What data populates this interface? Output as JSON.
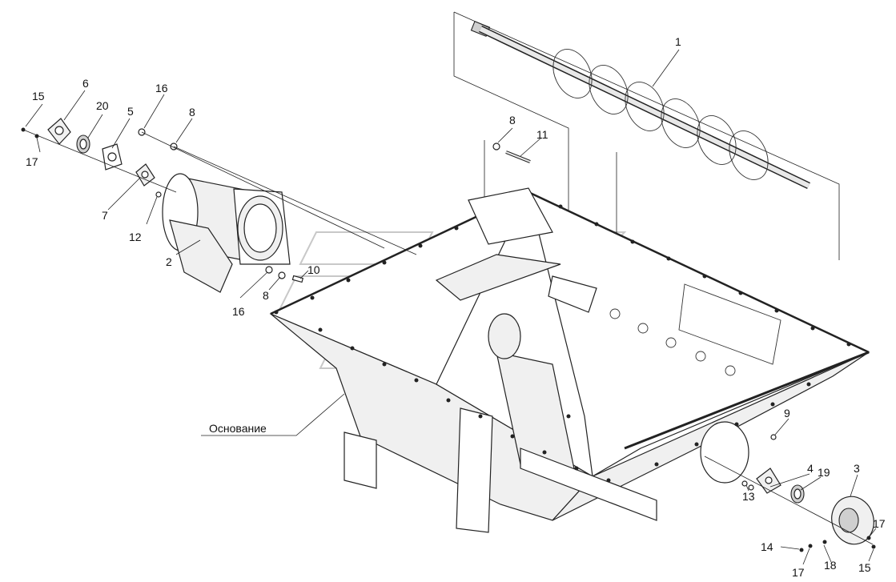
{
  "diagram": {
    "base_label": "Основание",
    "callouts": [
      {
        "id": "c1",
        "text": "1"
      },
      {
        "id": "c2",
        "text": "2"
      },
      {
        "id": "c3",
        "text": "3"
      },
      {
        "id": "c4",
        "text": "4"
      },
      {
        "id": "c5",
        "text": "5"
      },
      {
        "id": "c6",
        "text": "6"
      },
      {
        "id": "c7",
        "text": "7"
      },
      {
        "id": "c8a",
        "text": "8"
      },
      {
        "id": "c8b",
        "text": "8"
      },
      {
        "id": "c8c",
        "text": "8"
      },
      {
        "id": "c9",
        "text": "9"
      },
      {
        "id": "c10",
        "text": "10"
      },
      {
        "id": "c11",
        "text": "11"
      },
      {
        "id": "c12",
        "text": "12"
      },
      {
        "id": "c13",
        "text": "13"
      },
      {
        "id": "c14",
        "text": "14"
      },
      {
        "id": "c15a",
        "text": "15"
      },
      {
        "id": "c15b",
        "text": "15"
      },
      {
        "id": "c16a",
        "text": "16"
      },
      {
        "id": "c16b",
        "text": "16"
      },
      {
        "id": "c17a",
        "text": "17"
      },
      {
        "id": "c17b",
        "text": "17"
      },
      {
        "id": "c17c",
        "text": "17"
      },
      {
        "id": "c18",
        "text": "18"
      },
      {
        "id": "c19",
        "text": "19"
      },
      {
        "id": "c20",
        "text": "20"
      }
    ]
  }
}
